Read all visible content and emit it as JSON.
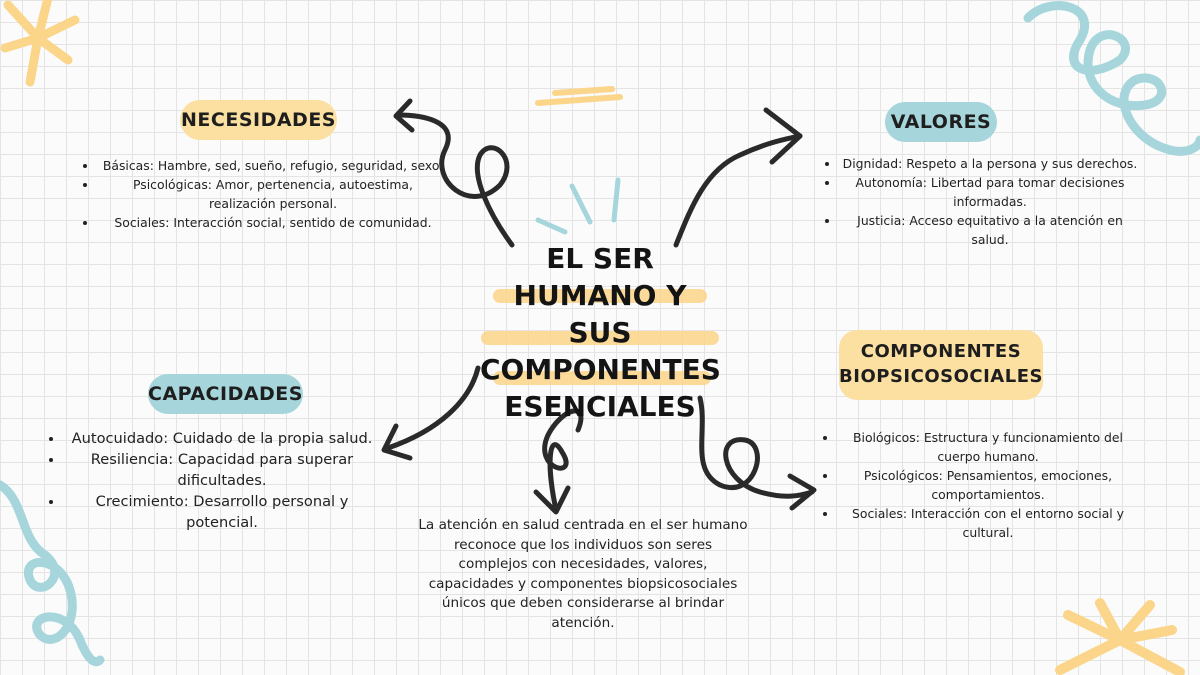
{
  "central": {
    "lines": [
      "EL SER",
      "HUMANO Y SUS",
      "COMPONENTES",
      "ESENCIALES"
    ]
  },
  "necesidades": {
    "title": "NECESIDADES",
    "items": [
      "Básicas: Hambre, sed, sueño, refugio, seguridad, sexo.",
      "Psicológicas: Amor, pertenencia, autoestima, realización personal.",
      "Sociales: Interacción social, sentido de comunidad."
    ]
  },
  "valores": {
    "title": "VALORES",
    "items": [
      "Dignidad: Respeto a la persona y sus derechos.",
      "Autonomía: Libertad para tomar decisiones informadas.",
      "Justicia: Acceso equitativo a la atención en salud."
    ]
  },
  "capacidades": {
    "title": "CAPACIDADES",
    "items": [
      "Autocuidado: Cuidado de la propia salud.",
      "Resiliencia: Capacidad para superar dificultades.",
      "Crecimiento: Desarrollo personal y potencial."
    ]
  },
  "componentes": {
    "title_lines": [
      "COMPONENTES",
      "BIOPSICOSOCIALES"
    ],
    "items": [
      "Biológicos: Estructura y funcionamiento del cuerpo humano.",
      "Psicológicos: Pensamientos, emociones, comportamientos.",
      "Sociales: Interacción con el entorno social y cultural."
    ]
  },
  "conclusion": "La atención en salud centrada en el ser humano reconoce que los individuos son seres complejos con necesidades, valores, capacidades y componentes biopsicosociales únicos que deben considerarse al brindar atención.",
  "colors": {
    "background": "#fbfbfb",
    "grid": "#e4e4e4",
    "yellow": "#fbe0a1",
    "blue": "#a6d6dc",
    "ink": "#2a2a2a"
  }
}
